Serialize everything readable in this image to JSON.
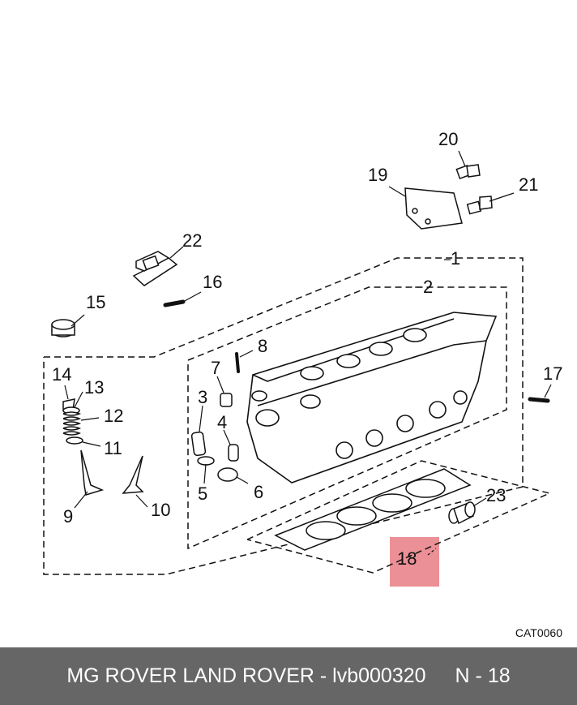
{
  "callouts": {
    "c1": "1",
    "c2": "2",
    "c3": "3",
    "c4": "4",
    "c5": "5",
    "c6": "6",
    "c7": "7",
    "c8": "8",
    "c9": "9",
    "c10": "10",
    "c11": "11",
    "c12": "12",
    "c13": "13",
    "c14": "14",
    "c15": "15",
    "c16": "16",
    "c17": "17",
    "c18": "18",
    "c19": "19",
    "c20": "20",
    "c21": "21",
    "c22": "22",
    "c23": "23"
  },
  "catalog_ref": "CAT0060",
  "footer": {
    "title": "MG ROVER LAND ROVER - lvb000320",
    "page": "N - 18"
  },
  "colors": {
    "highlight": "#e87c84",
    "footer_bg": "#666666",
    "line": "#111111"
  }
}
